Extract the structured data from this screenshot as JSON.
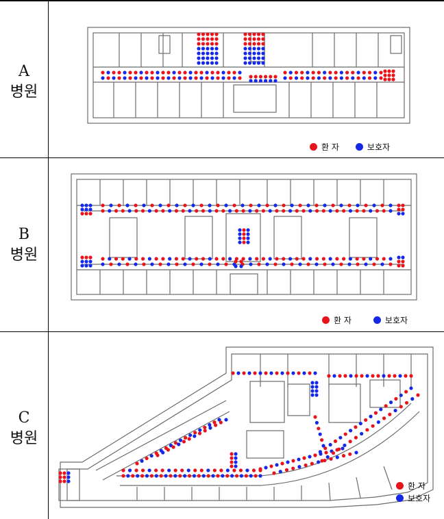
{
  "colors": {
    "patient": "#e8141b",
    "guardian": "#1428e6",
    "wall": "#6b6b6b"
  },
  "legend": {
    "patient": "환 자",
    "guardian": "보호자"
  },
  "rows": [
    {
      "id": "A",
      "letter": "A",
      "word": "병원"
    },
    {
      "id": "B",
      "letter": "B",
      "word": "병원"
    },
    {
      "id": "C",
      "letter": "C",
      "word": "병원"
    }
  ]
}
